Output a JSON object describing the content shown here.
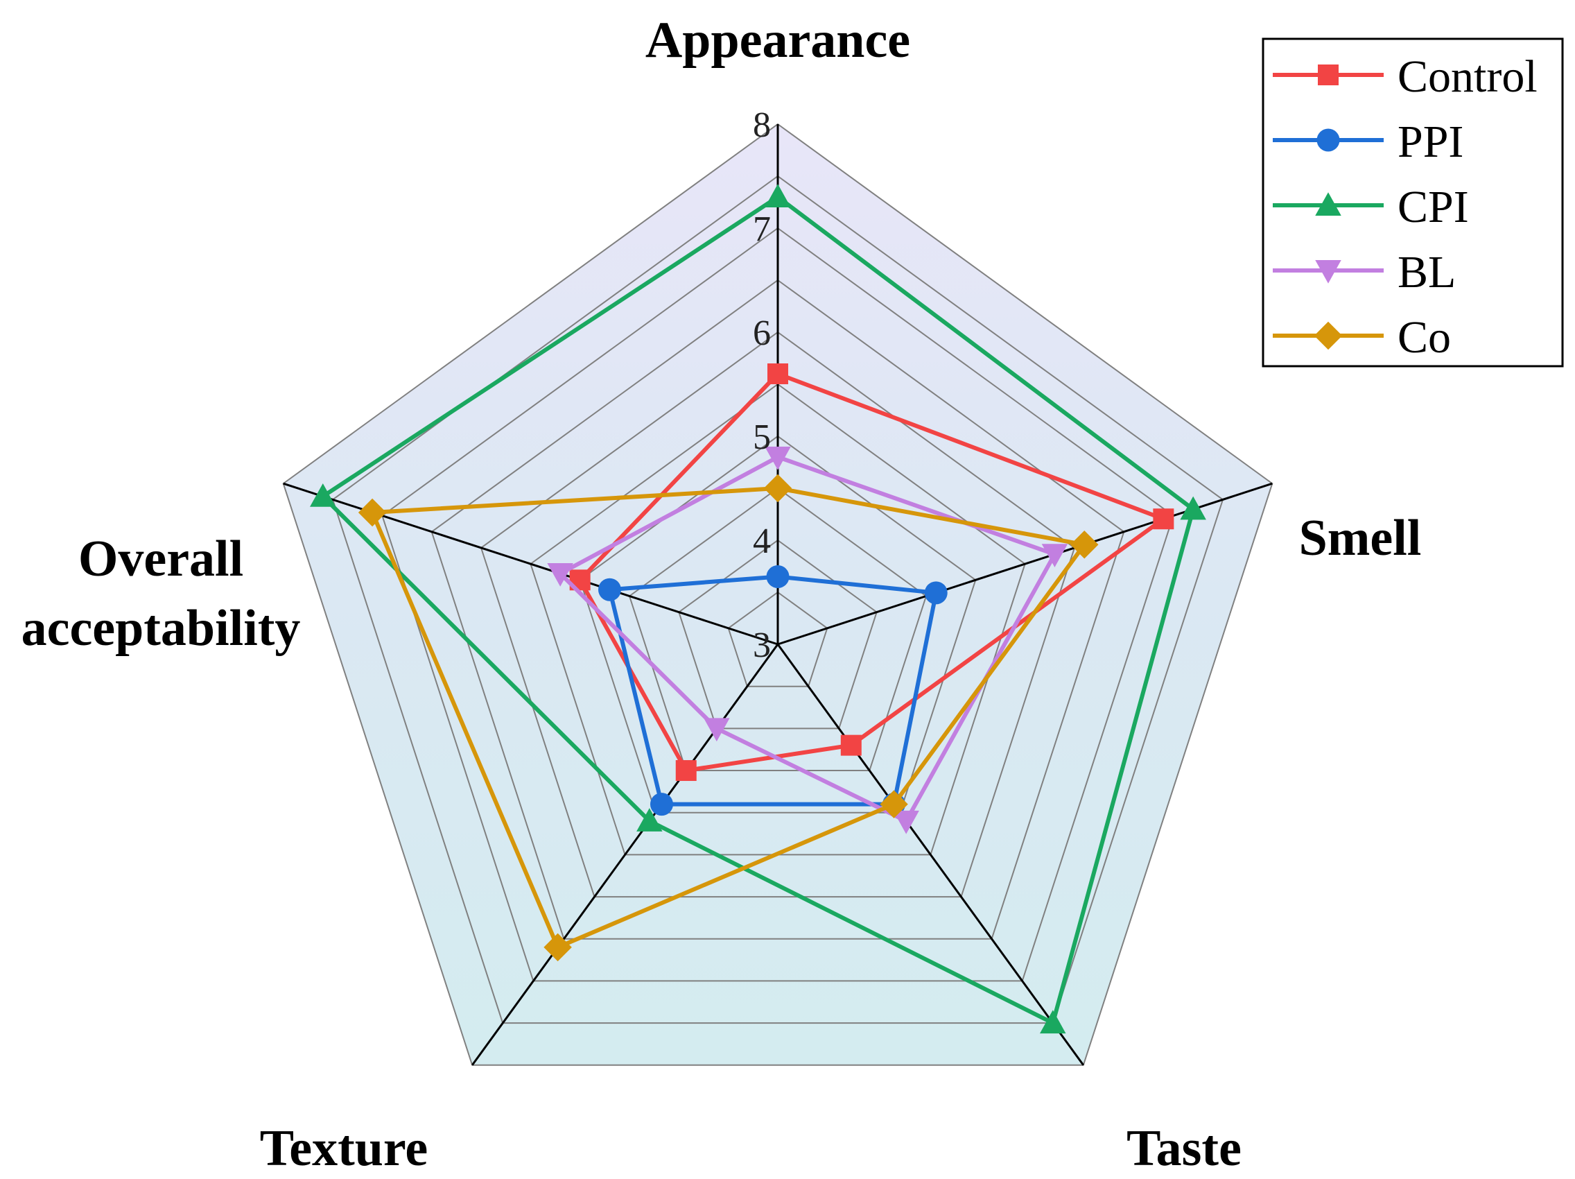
{
  "chart_data": {
    "type": "radar",
    "axes": [
      "Appearance",
      "Smell",
      "Taste",
      "Texture",
      "Overall acceptability"
    ],
    "axis_label_lines": [
      [
        "Appearance"
      ],
      [
        "Smell"
      ],
      [
        "Taste"
      ],
      [
        "Texture"
      ],
      [
        "Overall",
        "acceptability"
      ]
    ],
    "rlim": [
      3,
      8
    ],
    "ticks": [
      3,
      4,
      5,
      6,
      7,
      8
    ],
    "grid": true,
    "legend": "top-right",
    "series": [
      {
        "name": "Control",
        "color": "#f24444",
        "marker": "square",
        "values": [
          5.6,
          6.9,
          4.2,
          4.5,
          5.0
        ]
      },
      {
        "name": "PPI",
        "color": "#1f6fd6",
        "marker": "circle",
        "values": [
          3.65,
          4.6,
          4.9,
          4.9,
          4.7
        ]
      },
      {
        "name": "CPI",
        "color": "#1aa860",
        "marker": "triangle-up",
        "values": [
          7.3,
          7.2,
          7.5,
          5.1,
          7.6
        ]
      },
      {
        "name": "BL",
        "color": "#c27fe0",
        "marker": "triangle-down",
        "values": [
          4.8,
          5.8,
          5.1,
          4.0,
          5.2
        ]
      },
      {
        "name": "Co",
        "color": "#d6960a",
        "marker": "diamond",
        "values": [
          4.5,
          6.1,
          4.9,
          6.6,
          7.1
        ]
      }
    ]
  }
}
